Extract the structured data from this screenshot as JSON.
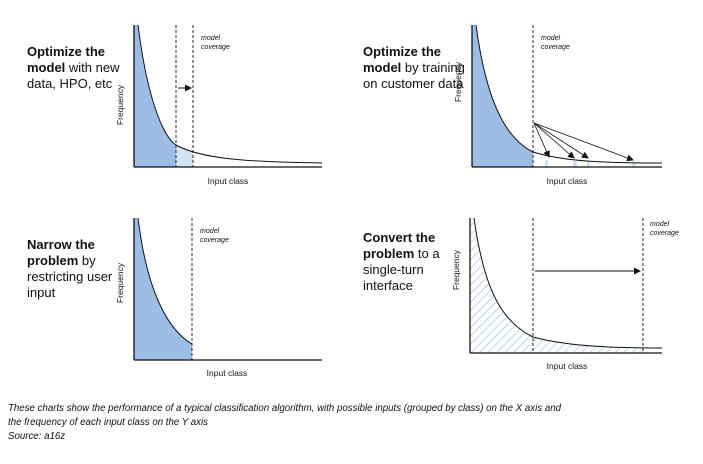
{
  "panels": [
    {
      "id": "optimize-model-data",
      "text_bold_1": "Optimize the model",
      "text_rest_1": " with new data, HPO, etc",
      "ylabel": "Frequency",
      "xlabel": "Input class",
      "coverage_label": "model coverage"
    },
    {
      "id": "optimize-model-customer",
      "text_bold_1": "Optimize the model",
      "text_rest_1": " by training on customer data",
      "ylabel": "Frequency",
      "xlabel": "Input class",
      "coverage_label": "model coverage"
    },
    {
      "id": "narrow-problem",
      "text_bold_1": "Narrow the problem",
      "text_rest_1": " by restricting user input",
      "ylabel": "Frequency",
      "xlabel": "Input class",
      "coverage_label": "model coverage"
    },
    {
      "id": "convert-problem",
      "text_bold_1": "Convert the problem",
      "text_rest_1": " to a single-turn interface",
      "ylabel": "Frequency",
      "xlabel": "Input class",
      "coverage_label": "model coverage"
    }
  ],
  "caption": {
    "line1": "These charts show the performance of a typical classification algorithm, with possible inputs (grouped by class) on the X axis and",
    "line2": "the frequency of each input class on the Y axis",
    "line3": "Source: a16z"
  },
  "colors": {
    "fill": "#9dbde6",
    "fill_light": "#d3e3f6",
    "stroke": "#111111"
  }
}
